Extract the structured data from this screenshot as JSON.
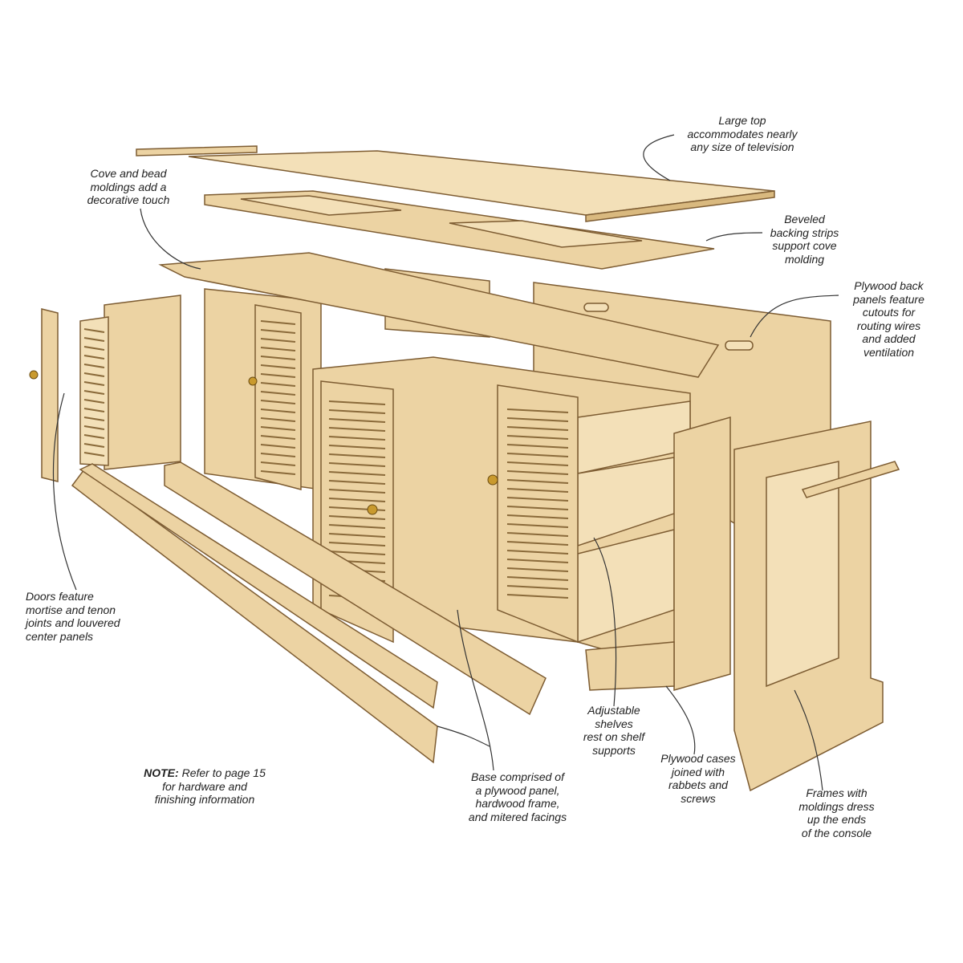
{
  "callouts": {
    "large_top": [
      "Large top",
      "accommodates nearly",
      "any size of television"
    ],
    "cove_bead": [
      "Cove and bead",
      "moldings add a",
      "decorative touch"
    ],
    "beveled": [
      "Beveled",
      "backing strips",
      "support cove",
      "molding"
    ],
    "plywood_back": [
      "Plywood back",
      "panels feature",
      "cutouts for",
      "routing wires",
      "and added",
      "ventilation"
    ],
    "doors": [
      "Doors feature",
      "mortise and tenon",
      "joints and louvered",
      "center panels"
    ],
    "shelves": [
      "Adjustable",
      "shelves",
      "rest on shelf",
      "supports"
    ],
    "cases": [
      "Plywood cases",
      "joined with",
      "rabbets and",
      "screws"
    ],
    "note": {
      "bold": "NOTE:",
      "lines": [
        "Refer to page 15",
        "for hardware and",
        "finishing information"
      ]
    },
    "base": [
      "Base comprised of",
      "a plywood panel,",
      "hardwood frame,",
      "and mitered facings"
    ],
    "frames": [
      "Frames with",
      "moldings dress",
      "up the ends",
      "of the console"
    ]
  },
  "colors": {
    "wood": "#ecd3a3",
    "wood_dark": "#d9b97f",
    "outline": "#7d5c32",
    "hardware": "#c99a2e"
  }
}
